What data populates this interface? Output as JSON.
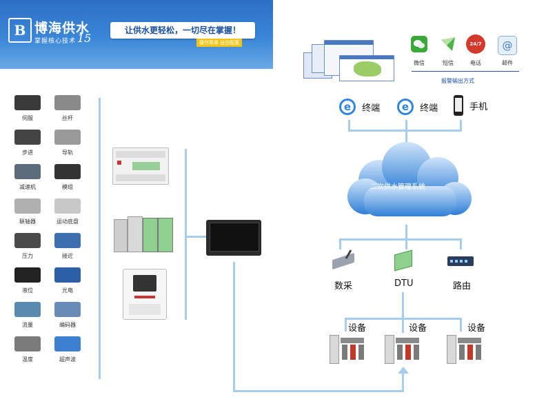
{
  "banner": {
    "logo_text": "B",
    "brand_name": "博海供水",
    "brand_tagline": "掌握核心技术",
    "brand_mark": "15",
    "slogan": "让供水更轻松，一切尽在掌握！",
    "slogan_sub": "操作简单  自由配置"
  },
  "sensors": [
    {
      "label": "伺服"
    },
    {
      "label": "丝杆"
    },
    {
      "label": "步进"
    },
    {
      "label": "导轨"
    },
    {
      "label": "减速机"
    },
    {
      "label": "模组"
    },
    {
      "label": "联轴器"
    },
    {
      "label": "运动底盘"
    },
    {
      "label": "压力"
    },
    {
      "label": "接近"
    },
    {
      "label": "液位"
    },
    {
      "label": "光电"
    },
    {
      "label": "流量"
    },
    {
      "label": "编码器"
    },
    {
      "label": "温度"
    },
    {
      "label": "超声波"
    }
  ],
  "alerts": {
    "items": [
      {
        "label": "微信",
        "color": "#3aa93a"
      },
      {
        "label": "短信",
        "color": "#3c9a2e"
      },
      {
        "label": "电话",
        "color": "#d43a2c",
        "badge": "24/7"
      },
      {
        "label": "邮件",
        "color": "#3b7fd0",
        "glyph": "@"
      }
    ],
    "caption": "报警输出方式"
  },
  "terminals": [
    {
      "label": "终端"
    },
    {
      "label": "终端"
    },
    {
      "label": "手机"
    }
  ],
  "cloud": {
    "label": "二次供水管理系统"
  },
  "gateways": [
    {
      "label": "数采"
    },
    {
      "label": "DTU"
    },
    {
      "label": "路由"
    }
  ],
  "equipment": [
    {
      "label": "设备"
    },
    {
      "label": "设备"
    },
    {
      "label": "设备"
    }
  ]
}
